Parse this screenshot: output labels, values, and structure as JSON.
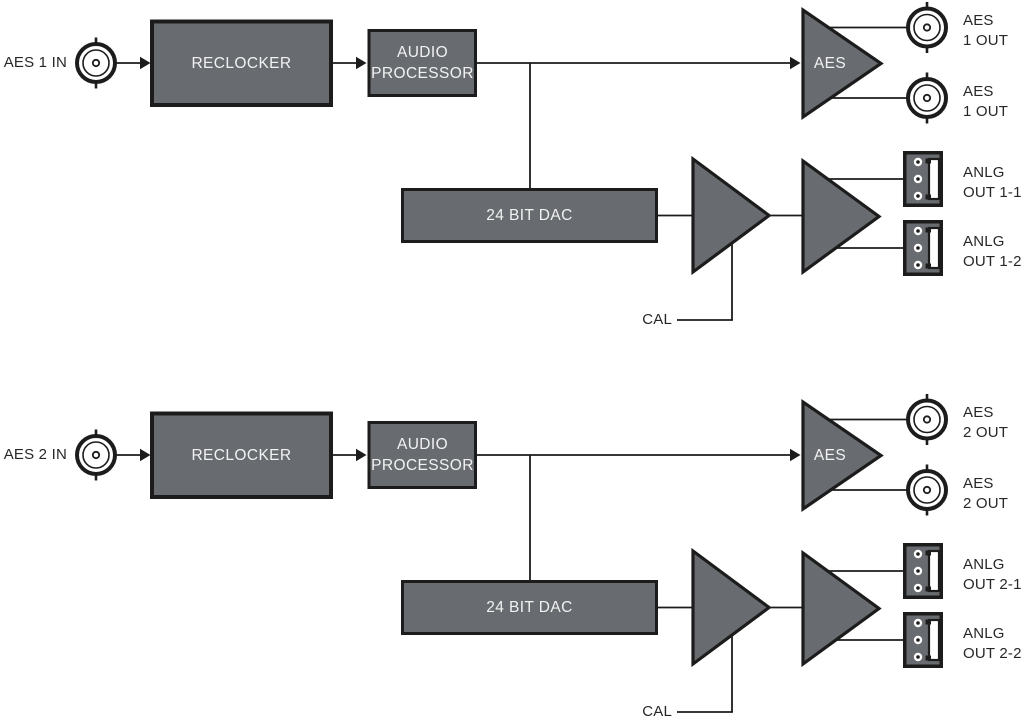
{
  "colors": {
    "background": "#ffffff",
    "block_fill": "#686c70",
    "outline": "#1c1c1c",
    "block_text": "#f2f2f2",
    "label_text": "#272727"
  },
  "channels": [
    {
      "input_label": "AES 1 IN",
      "reclocker_label": "RECLOCKER",
      "audio_processor_label": "AUDIO\nPROCESSOR",
      "dac_label": "24 BIT DAC",
      "aes_driver_label": "AES",
      "cal_label": "CAL",
      "aes_outputs": [
        "AES\n1 OUT",
        "AES\n1 OUT"
      ],
      "analog_outputs": [
        "ANLG\nOUT 1-1",
        "ANLG\nOUT 1-2"
      ]
    },
    {
      "input_label": "AES 2 IN",
      "reclocker_label": "RECLOCKER",
      "audio_processor_label": "AUDIO\nPROCESSOR",
      "dac_label": "24 BIT DAC",
      "aes_driver_label": "AES",
      "cal_label": "CAL",
      "aes_outputs": [
        "AES\n2 OUT",
        "AES\n2 OUT"
      ],
      "analog_outputs": [
        "ANLG\nOUT 2-1",
        "ANLG\nOUT 2-2"
      ]
    }
  ]
}
